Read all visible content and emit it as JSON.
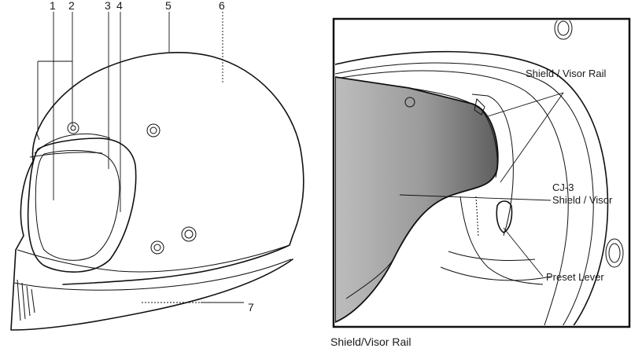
{
  "left_figure": {
    "callouts": [
      "1",
      "2",
      "3",
      "4",
      "5",
      "6",
      "7"
    ]
  },
  "right_figure": {
    "labels": {
      "rail": "Shield / Visor Rail",
      "shield_line1": "CJ-3",
      "shield_line2": "Shield / Visor",
      "lever": "Preset Lever"
    }
  },
  "caption": "Shield/Visor Rail"
}
